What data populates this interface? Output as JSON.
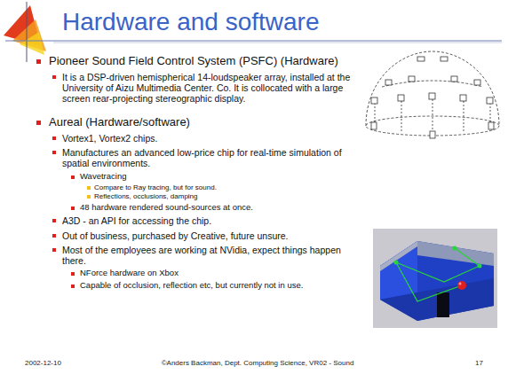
{
  "diagram": {
    "title": "Hardware and software",
    "labels": [
      "Pioneer Sound Field Control System (PSFC) (Hardware)",
      "It is a DSP-driven hemispherical 14-loudspeaker array, installed at the University of Aizu Multimedia Center. Co. It is collocated with a large screen rear-projecting stereographic display.",
      "Aureal (Hardware/software)",
      "Vortex1, Vortex2 chips.",
      "Manufactures an advanced low-price chip for real-time simulation of spatial environments.",
      "Wavetracing",
      "Compare to Ray tracing, but for sound.",
      "Reflections, occlusions, damping",
      "48 hardware rendered sound-sources at once.",
      "A3D - an API for accessing the chip.",
      "Out of business, purchased by Creative, future unsure.",
      "Most of the employees are working at NVidia, expect things happen there.",
      "NForce hardware on Xbox",
      "Capable of occlusion, reflection etc, but currently not in use.",
      "2002-12-10",
      "©Anders Backman, Dept. Computing Science, VR02 - Sound",
      "17"
    ]
  }
}
